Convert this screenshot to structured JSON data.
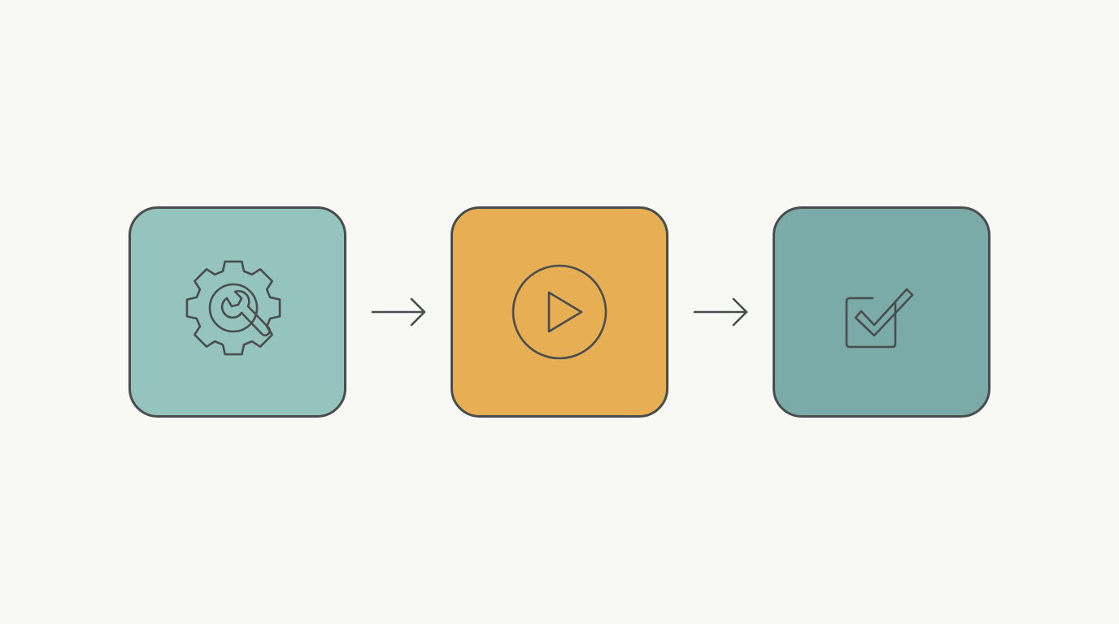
{
  "steps": [
    {
      "id": "configure",
      "icon": "gear-wrench-icon",
      "color": "#95c3bd"
    },
    {
      "id": "run",
      "icon": "play-circle-icon",
      "color": "#e8ae54"
    },
    {
      "id": "complete",
      "icon": "checkbox-checked-icon",
      "color": "#7aaba8"
    }
  ],
  "connectors": [
    {
      "from": "configure",
      "to": "run",
      "icon": "arrow-right-icon"
    },
    {
      "from": "run",
      "to": "complete",
      "icon": "arrow-right-icon"
    }
  ],
  "colors": {
    "background": "#f8f9f4",
    "stroke": "#4a4d4d"
  }
}
